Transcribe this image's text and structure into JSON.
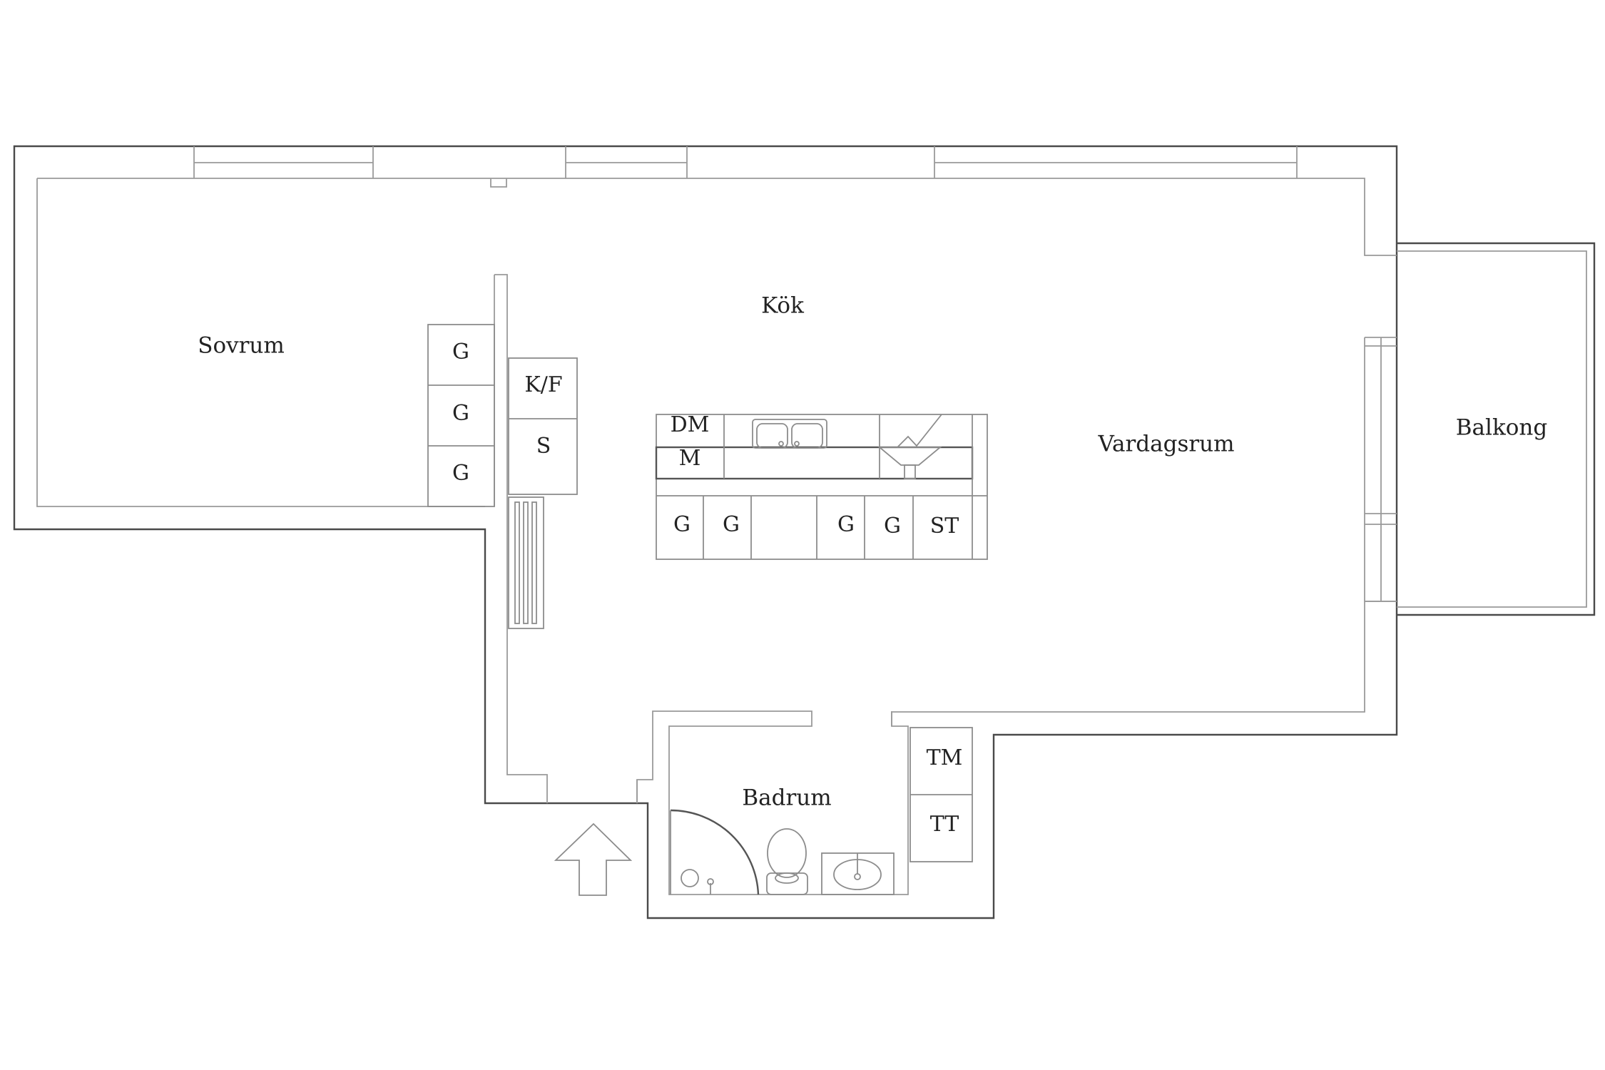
{
  "rooms": {
    "sovrum": "Sovrum",
    "kok": "Kök",
    "vardagsrum": "Vardagsrum",
    "balkong": "Balkong",
    "badrum": "Badrum"
  },
  "cabinets": {
    "wardrobe_1": "G",
    "wardrobe_2": "G",
    "wardrobe_3": "G",
    "fridge_freezer": "K/F",
    "storage": "S",
    "dishwasher": "DM",
    "microwave": "M",
    "kitchen_g1": "G",
    "kitchen_g2": "G",
    "kitchen_g3": "G",
    "kitchen_g4": "G",
    "stove": "ST",
    "washer": "TM",
    "dryer": "TT"
  }
}
